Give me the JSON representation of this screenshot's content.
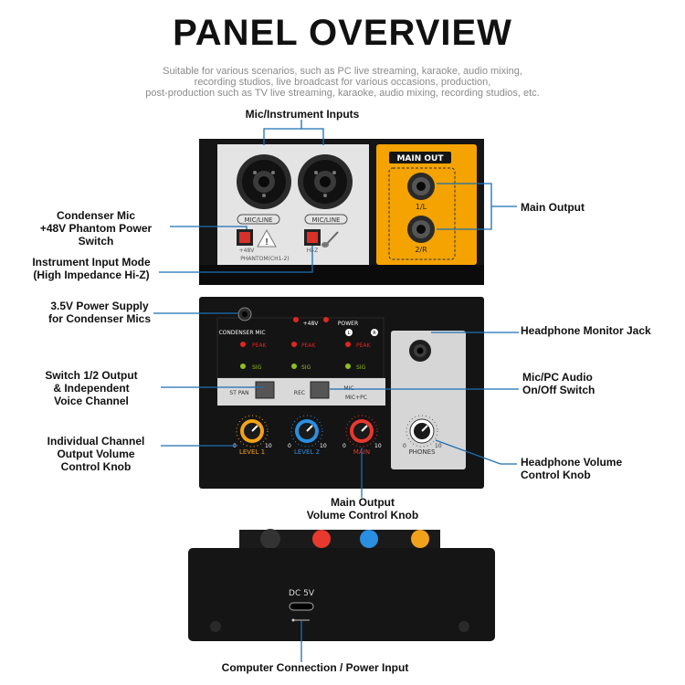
{
  "header": {
    "title": "PANEL OVERVIEW",
    "subtitle_lines": [
      "Suitable for various scenarios, such as PC live streaming, karaoke, audio mixing,",
      "recording studios, live broadcast for various occasions, production,",
      "post-production such as TV live streaming, karaoke, audio mixing, recording studios, etc."
    ]
  },
  "callouts": {
    "mic_inputs": "Mic/Instrument Inputs",
    "phantom_line1": "Condenser Mic",
    "phantom_line2": "+48V Phantom Power Switch",
    "hiz_line1": "Instrument Input Mode",
    "hiz_line2": "(High Impedance Hi-Z)",
    "supply_line1": "3.5V Power Supply",
    "supply_line2": "for Condenser Mics",
    "switch12_line1": "Switch 1/2 Output",
    "switch12_line2": "& Independent",
    "switch12_line3": "Voice Channel",
    "chvol_line1": "Individual Channel",
    "chvol_line2": "Output Volume",
    "chvol_line3": "Control Knob",
    "main_output": "Main Output",
    "hp_jack": "Headphone Monitor Jack",
    "micpc_line1": "Mic/PC Audio",
    "micpc_line2": "On/Off Switch",
    "hpvol_line1": "Headphone Volume",
    "hpvol_line2": "Control Knob",
    "mainvol_line1": "Main Output",
    "mainvol_line2": "Volume Control Knob",
    "computer": "Computer Connection / Power Input"
  },
  "panel": {
    "mic_line": "MIC/LINE",
    "plus48v": "+48V",
    "hiz": "Hi-Z",
    "phantom": "PHANTOM(CH1-2)",
    "main_out": "MAIN OUT",
    "out_1l": "1/L",
    "out_2r": "2/R",
    "condenser_mic": "CONDENSER MIC",
    "power": "POWER",
    "peak": "PEAK",
    "sig": "SIG",
    "st_pan": "ST PAN",
    "rec": "REC",
    "mic": "MIC",
    "mic_pc": "MIC+PC",
    "level1": "LEVEL 1",
    "level2": "LEVEL 2",
    "main": "MAIN",
    "phones": "PHONES",
    "scale_min": "0",
    "scale_max": "10",
    "indicator_l": "L",
    "indicator_r": "R"
  },
  "rear": {
    "dc": "DC 5V"
  },
  "colors": {
    "orange": "#f4a300",
    "knob_orange": "#f2a21a",
    "knob_blue": "#2a8fe0",
    "knob_red": "#e8392e",
    "button_red": "#d9302a",
    "callout_line": "#1a6fb5"
  }
}
